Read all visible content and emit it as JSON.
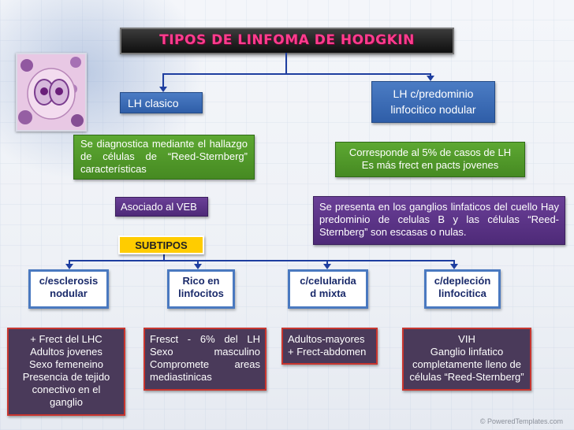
{
  "title": "TIPOS DE LINFOMA DE HODGKIN",
  "left": {
    "heading": "LH clasico",
    "description": "Se diagnostica mediante el hallazgo de células de “Reed-Sternberg” características",
    "association": "Asociado al VEB",
    "subtipos_label": "SUBTIPOS"
  },
  "right": {
    "heading_lines": [
      "LH c/predominio",
      "linfocitico nodular"
    ],
    "stat_lines": [
      "Corresponde al 5% de casos de LH",
      "Es más frect en pacts jovenes"
    ],
    "description": "Se presenta en los ganglios linfaticos del cuello Hay predominio de celulas B y las células “Reed-Sternberg” son escasas o nulas."
  },
  "subtypes": [
    {
      "name_lines": [
        "c/esclerosis",
        "nodular"
      ],
      "detail_lines": [
        "+ Frect del LHC",
        "Adultos jovenes",
        "Sexo femeneino",
        "Presencia de tejido",
        "conectivo en el",
        "ganglio"
      ]
    },
    {
      "name_lines": [
        "Rico en",
        "linfocitos"
      ],
      "detail": "Fresct - 6% del LH Sexo masculino Compromete areas mediastinicas"
    },
    {
      "name_lines": [
        "c/celularida",
        "d mixta"
      ],
      "detail_lines": [
        "Adultos-mayores",
        "+ Frect-abdomen"
      ]
    },
    {
      "name_lines": [
        "c/depleción",
        "linfocitica"
      ],
      "detail_lines": [
        "VIH",
        "Ganglio linfatico",
        "completamente lleno de",
        "células “Reed-Sternberg”"
      ]
    }
  ],
  "footer": "© PoweredTemplates.com",
  "colors": {
    "connector": "#1e3ea0",
    "title_text": "#ff3c8e",
    "accent_yellow": "#ffcc00"
  }
}
